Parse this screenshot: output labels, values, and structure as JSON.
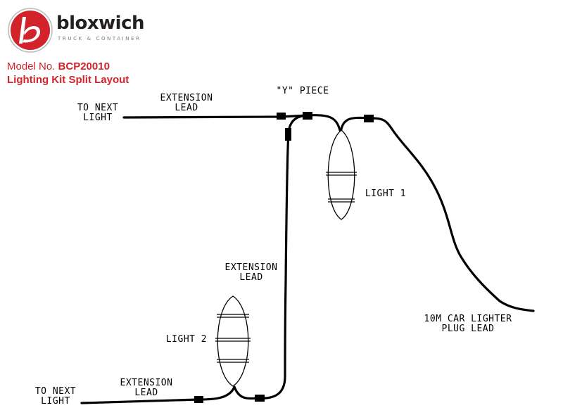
{
  "brand": {
    "name": "bloxwich",
    "subtitle": "TRUCK & CONTAINER"
  },
  "header": {
    "model_prefix": "Model No.",
    "model_number": "BCP20010",
    "title": "Lighting Kit Split Layout"
  },
  "labels": {
    "top_next_light_1": "TO NEXT",
    "top_next_light_2": "LIGHT",
    "top_ext_lead_1": "EXTENSION",
    "top_ext_lead_2": "LEAD",
    "y_piece": "\"Y\" PIECE",
    "light_1": "LIGHT 1",
    "mid_ext_lead_1": "EXTENSION",
    "mid_ext_lead_2": "LEAD",
    "car_lighter_1": "10M CAR LIGHTER",
    "car_lighter_2": "PLUG LEAD",
    "light_2": "LIGHT 2",
    "bottom_ext_lead_1": "EXTENSION",
    "bottom_ext_lead_2": "LEAD",
    "bottom_next_light_1": "TO NEXT",
    "bottom_next_light_2": "LIGHT"
  },
  "colors": {
    "brand_red": "#d2232a",
    "logo_dark": "#231f20",
    "wire": "#000000"
  }
}
